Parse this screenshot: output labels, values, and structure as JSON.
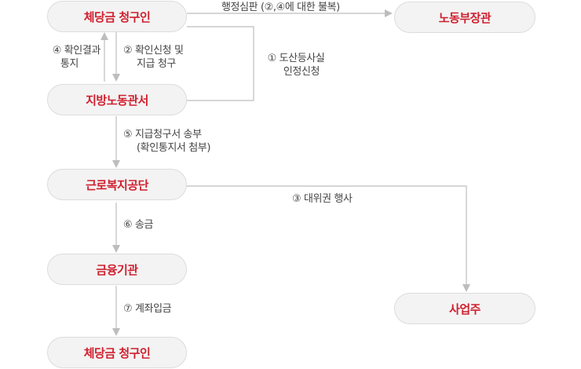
{
  "nodes": {
    "claimant_top": "체당금 청구인",
    "ministry": "노동부장관",
    "labor_office": "지방노동관서",
    "welfare_corp": "근로복지공단",
    "employer": "사업주",
    "bank": "금융기관",
    "claimant_bottom": "체당금 청구인"
  },
  "edges": {
    "appeal": "행정심판 (②,④에 대한 불복)",
    "step1": [
      "① 도산등사실",
      "인정신청"
    ],
    "step2": [
      "② 확인신청 및",
      "지급 청구"
    ],
    "step4": [
      "④ 확인결과",
      "통지"
    ],
    "step5": [
      "⑤ 지급청구서 송부",
      "(확인통지서 첨부)"
    ],
    "step3": "③ 대위권 행사",
    "step6": "⑥ 송금",
    "step7": "⑦ 계좌입금"
  },
  "colors": {
    "node_text": "#d0202f",
    "node_fill": "#f3f3f3",
    "node_border": "#dcdcdc",
    "line": "#bdbdbd",
    "label_text": "#444444"
  }
}
